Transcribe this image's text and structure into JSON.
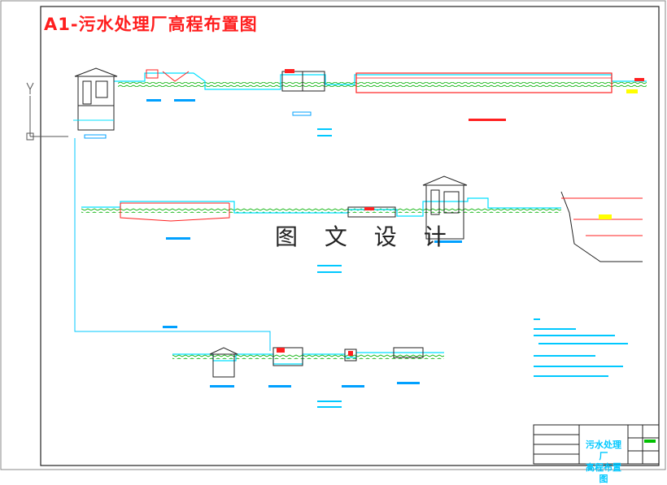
{
  "title": "A1-污水处理厂高程布置图",
  "watermark": "图 文 设 计",
  "title_block": {
    "drawing_name_line1": "污水处理厂",
    "drawing_name_line2": "高程布置图"
  },
  "colors": {
    "frame": "#333333",
    "water_line": "#00e0ff",
    "structure": "#ff2020",
    "ground": "#00c000",
    "pipe": "#00c8ff",
    "label": "#00a0ff",
    "accent_yellow": "#ffff00"
  },
  "icons": [
    "ucs-axis-icon"
  ]
}
